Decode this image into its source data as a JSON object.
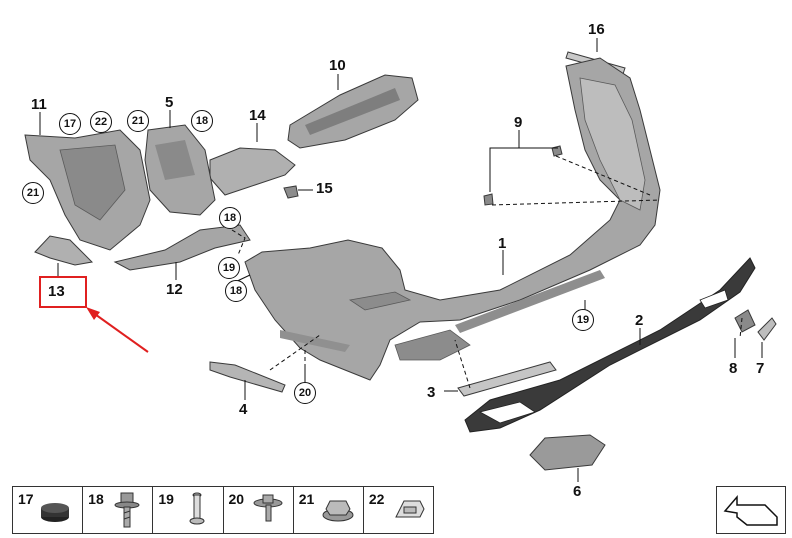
{
  "colors": {
    "part_fill": "#a6a6a6",
    "part_dark": "#6e6e6e",
    "part_light": "#c9c9c9",
    "outline": "#3a3a3a",
    "highlight": "#e02020",
    "text": "#111111"
  },
  "callouts": {
    "p1": "1",
    "p2": "2",
    "p3": "3",
    "p4": "4",
    "p5": "5",
    "p6": "6",
    "p7": "7",
    "p8": "8",
    "p9": "9",
    "p10": "10",
    "p11": "11",
    "p12": "12",
    "p13": "13",
    "p14": "14",
    "p15": "15",
    "p16": "16"
  },
  "circled": {
    "c17": "17",
    "c22": "22",
    "c21a": "21",
    "c21b": "21",
    "c18a": "18",
    "c18b": "18",
    "c19a": "19",
    "c18c": "18",
    "c19b": "19",
    "c20": "20"
  },
  "legend": [
    {
      "num": "17",
      "icon": "grommet-icon"
    },
    {
      "num": "18",
      "icon": "expanding-screw-icon"
    },
    {
      "num": "19",
      "icon": "push-rivet-icon"
    },
    {
      "num": "20",
      "icon": "flange-screw-icon"
    },
    {
      "num": "21",
      "icon": "hex-nut-icon"
    },
    {
      "num": "22",
      "icon": "spring-clip-icon"
    }
  ],
  "nav_icon": "return-arrow-icon"
}
